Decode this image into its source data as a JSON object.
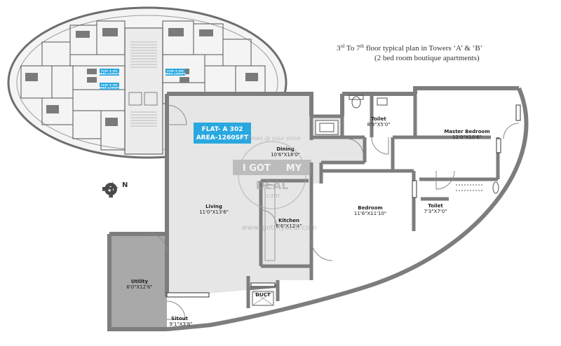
{
  "plan": {
    "caption_line1_prefix": "3",
    "caption_line1_sup1": "rd",
    "caption_line1_mid": " To 7",
    "caption_line1_sup2": "th",
    "caption_line1_suffix": " floor typical plan in Towers ‘A’ & ‘B’",
    "caption_line2": "(2 bed room boutique apartments)",
    "flat_label": "FLAT- A 302",
    "area_label": "AREA-1260SFT",
    "accent_color": "#29a8e0",
    "wall_color": "#7d7d7d",
    "floor_color": "#e6e6e6",
    "utility_color": "#a9a9a9"
  },
  "rooms": {
    "toilet1": {
      "name": "Toilet",
      "dim": "8'0\"X5'0\""
    },
    "master": {
      "name": "Master Bedroom",
      "dim": "12'0\"X10'6\""
    },
    "dining": {
      "name": "Dining",
      "dim": "10'6\"X18'0\""
    },
    "living": {
      "name": "Living",
      "dim": "11'0\"X13'6\""
    },
    "kitchen": {
      "name": "Kitchen",
      "dim": "6'6\"X12'4\""
    },
    "bedroom": {
      "name": "Bedroom",
      "dim": "11'6\"X11'10\""
    },
    "toilet2": {
      "name": "Toilet",
      "dim": "7'3\"X7'0\""
    },
    "utility": {
      "name": "Utility",
      "dim": "6'0\"X12'6\""
    },
    "sitout": {
      "name": "Sitout",
      "dim": "9'1\"X3'8\""
    },
    "duct": {
      "name": "DUCT"
    }
  },
  "key_plan": {
    "label_a1": "FLAT- A 301",
    "label_a1b": "AREA-1305SFT",
    "label_a2": "FLAT- A 302",
    "label_a2b": "AREA-1260SFT",
    "label_a3": "FLAT- A 303",
    "label_a3b": "AREA-1260SFT"
  },
  "compass": {
    "north": "N"
  },
  "watermark": {
    "line1": "I GOT",
    "line2": "MY",
    "line3": "DEAL",
    "line4": ".com",
    "arc": "homes @ your price",
    "url": "www.igotmydeal.com"
  }
}
